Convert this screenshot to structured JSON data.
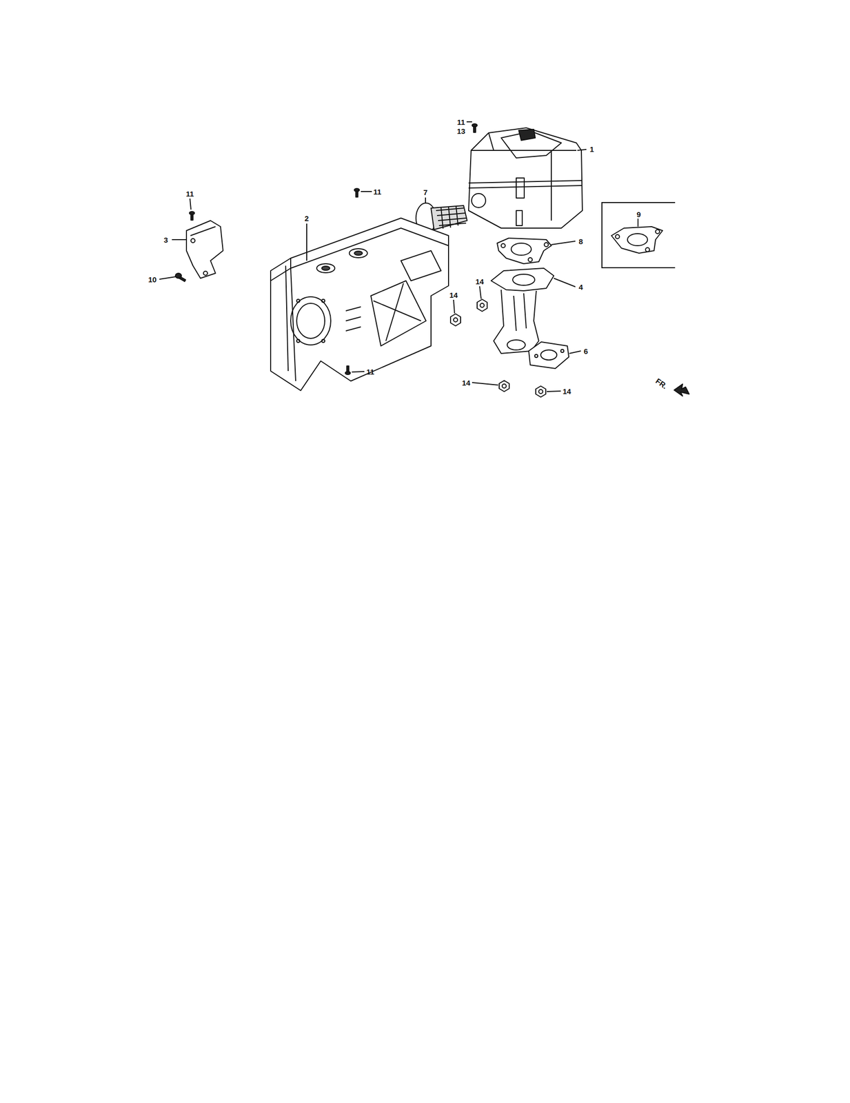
{
  "diagram": {
    "nodes": [
      {
        "text": [
          "9"
        ]
      }
    ],
    "labels": [
      "11",
      "13",
      "1",
      "11",
      "11",
      "7",
      "2",
      "8",
      "3",
      "4",
      "10",
      "14",
      "14",
      "6",
      "11",
      "14",
      "14",
      "FR."
    ]
  }
}
